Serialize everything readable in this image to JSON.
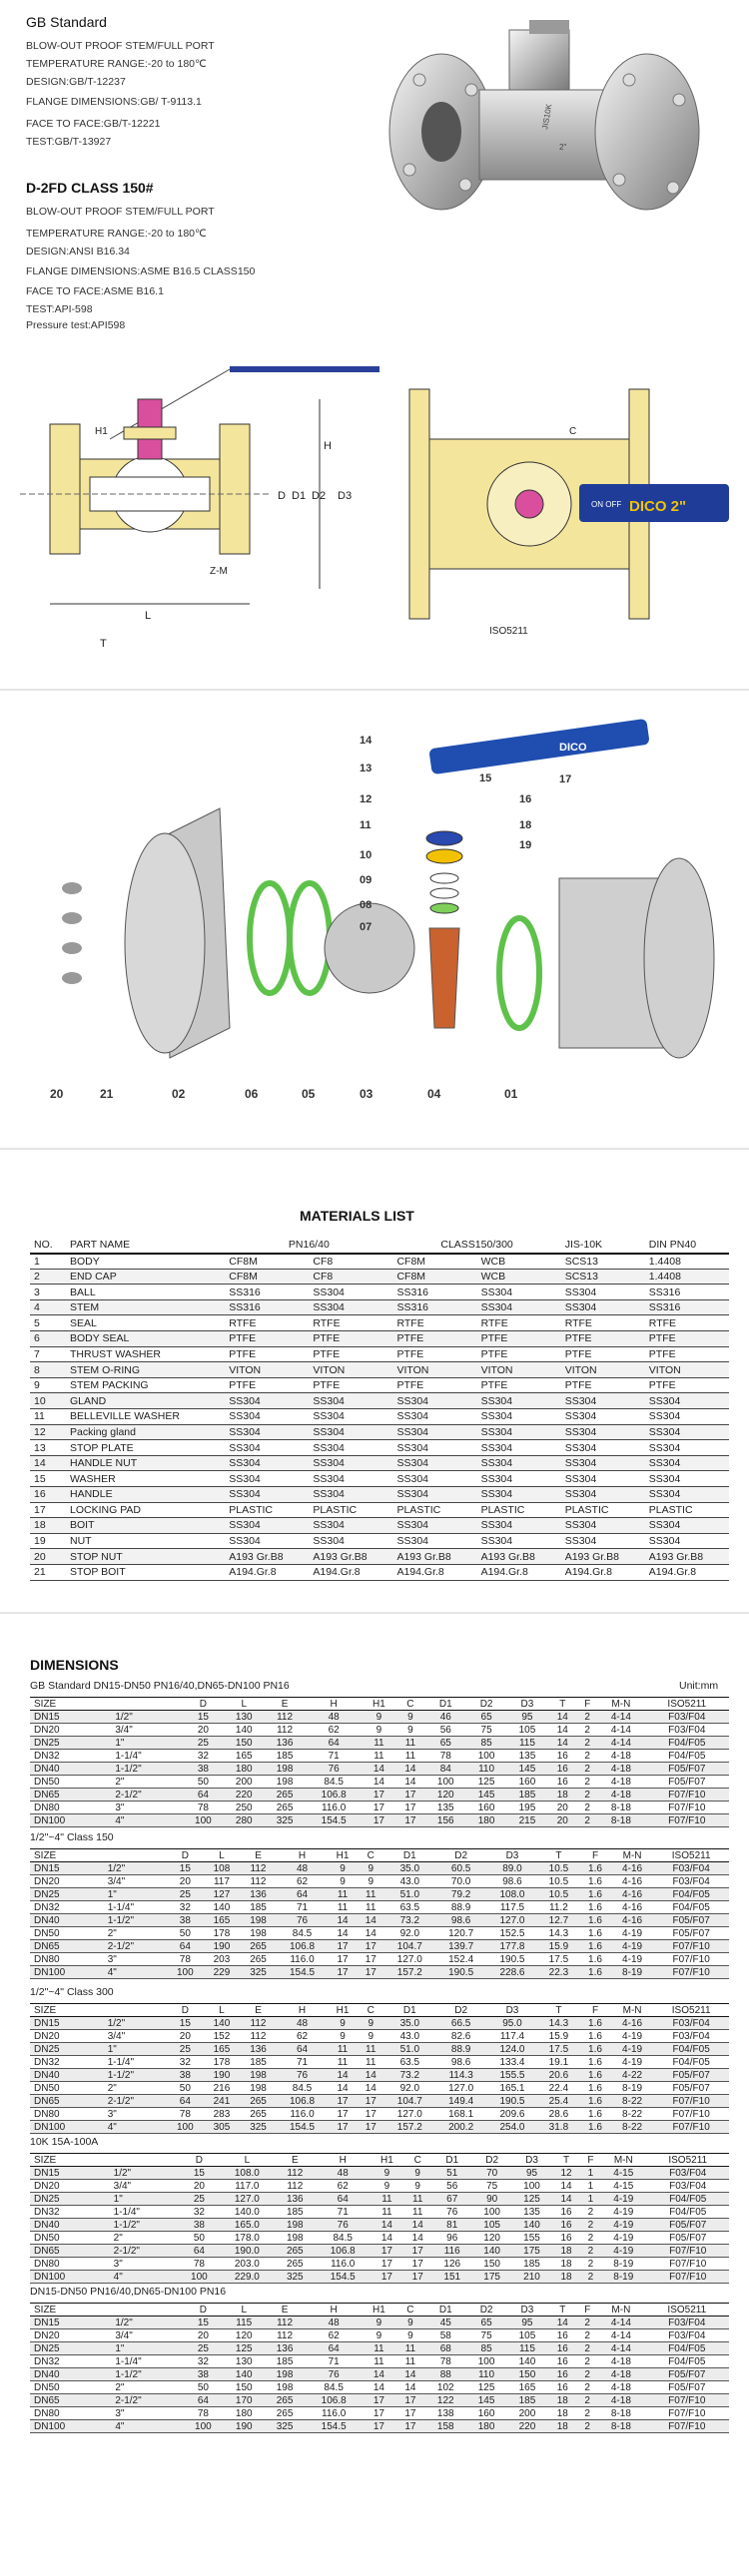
{
  "gb": {
    "title": "GB Standard",
    "specs": [
      "BLOW-OUT PROOF STEM/FULL PORT",
      "TEMPERATURE RANGE:-20 to 180℃",
      "DESIGN:GB/T-12237",
      "FLANGE DIMENSIONS:GB/ T-9113.1",
      "FACE TO FACE:GB/T-12221",
      "TEST:GB/T-13927"
    ]
  },
  "d2fd": {
    "title": "D-2FD CLASS 150#",
    "specs": [
      "BLOW-OUT PROOF STEM/FULL PORT",
      "TEMPERATURE RANGE:-20 to 180℃",
      "DESIGN:ANSI B16.34",
      "FLANGE DIMENSIONS:ASME B16.5 CLASS150",
      "FACE TO FACE:ASME B16.1",
      "TEST:API-598",
      "Pressure test:API598"
    ]
  },
  "photo": {
    "body_text": "JIS10K",
    "size_text": "2\""
  },
  "drawing": {
    "labels": {
      "L": "L",
      "H": "H",
      "H1": "H1",
      "D": "D",
      "D1": "D1",
      "D2": "D2",
      "D3": "D3",
      "T": "T",
      "ZM": "Z-M",
      "C": "C",
      "iso": "ISO5211",
      "onoff": "ON\nOFF",
      "handle": "DICO  2\""
    }
  },
  "exploded": {
    "parts": [
      "14",
      "13",
      "15",
      "12",
      "16",
      "17",
      "11",
      "18",
      "10",
      "19",
      "09",
      "08",
      "07",
      "20",
      "21",
      "02",
      "06",
      "05",
      "03",
      "04",
      "01"
    ],
    "handle_text": "DICO"
  },
  "materials": {
    "title": "MATERIALS LIST",
    "headers": [
      "NO.",
      "PART NAME",
      "PN16/40",
      "CLASS150/300",
      "JIS-10K",
      "DIN PN40"
    ],
    "rows": [
      [
        "1",
        "BODY",
        "CF8M",
        "CF8",
        "CF8M",
        "WCB",
        "SCS13",
        "1.4408"
      ],
      [
        "2",
        "END CAP",
        "CF8M",
        "CF8",
        "CF8M",
        "WCB",
        "SCS13",
        "1.4408"
      ],
      [
        "3",
        "BALL",
        "SS316",
        "SS304",
        "SS316",
        "SS304",
        "SS304",
        "SS316"
      ],
      [
        "4",
        "STEM",
        "SS316",
        "SS304",
        "SS316",
        "SS304",
        "SS304",
        "SS316"
      ],
      [
        "5",
        "SEAL",
        "RTFE",
        "RTFE",
        "RTFE",
        "RTFE",
        "RTFE",
        "RTFE"
      ],
      [
        "6",
        "BODY SEAL",
        "PTFE",
        "PTFE",
        "PTFE",
        "PTFE",
        "PTFE",
        "PTFE"
      ],
      [
        "7",
        "THRUST WASHER",
        "PTFE",
        "PTFE",
        "PTFE",
        "PTFE",
        "PTFE",
        "PTFE"
      ],
      [
        "8",
        "STEM O-RING",
        "VITON",
        "VITON",
        "VITON",
        "VITON",
        "VITON",
        "VITON"
      ],
      [
        "9",
        "STEM PACKING",
        "PTFE",
        "PTFE",
        "PTFE",
        "PTFE",
        "PTFE",
        "PTFE"
      ],
      [
        "10",
        "GLAND",
        "SS304",
        "SS304",
        "SS304",
        "SS304",
        "SS304",
        "SS304"
      ],
      [
        "11",
        "BELLEVILLE WASHER",
        "SS304",
        "SS304",
        "SS304",
        "SS304",
        "SS304",
        "SS304"
      ],
      [
        "12",
        "Packing gland",
        "SS304",
        "SS304",
        "SS304",
        "SS304",
        "SS304",
        "SS304"
      ],
      [
        "13",
        "STOP PLATE",
        "SS304",
        "SS304",
        "SS304",
        "SS304",
        "SS304",
        "SS304"
      ],
      [
        "14",
        "HANDLE NUT",
        "SS304",
        "SS304",
        "SS304",
        "SS304",
        "SS304",
        "SS304"
      ],
      [
        "15",
        "WASHER",
        "SS304",
        "SS304",
        "SS304",
        "SS304",
        "SS304",
        "SS304"
      ],
      [
        "16",
        "HANDLE",
        "SS304",
        "SS304",
        "SS304",
        "SS304",
        "SS304",
        "SS304"
      ],
      [
        "17",
        "LOCKING PAD",
        "PLASTIC",
        "PLASTIC",
        "PLASTIC",
        "PLASTIC",
        "PLASTIC",
        "PLASTIC"
      ],
      [
        "18",
        "BOIT",
        "SS304",
        "SS304",
        "SS304",
        "SS304",
        "SS304",
        "SS304"
      ],
      [
        "19",
        "NUT",
        "SS304",
        "SS304",
        "SS304",
        "SS304",
        "SS304",
        "SS304"
      ],
      [
        "20",
        "STOP NUT",
        "A193 Gr.B8",
        "A193 Gr.B8",
        "A193 Gr.B8",
        "A193 Gr.B8",
        "A193 Gr.B8",
        "A193 Gr.B8"
      ],
      [
        "21",
        "STOP BOIT",
        "A194.Gr.8",
        "A194.Gr.8",
        "A194.Gr.8",
        "A194.Gr.8",
        "A194.Gr.8",
        "A194.Gr.8"
      ]
    ]
  },
  "dimensions": {
    "title": "DIMENSIONS",
    "unit": "Unit:mm",
    "columns": [
      "SIZE",
      "",
      "D",
      "L",
      "E",
      "H",
      "H1",
      "C",
      "D1",
      "D2",
      "D3",
      "T",
      "F",
      "M-N",
      "ISO5211"
    ],
    "tables": [
      {
        "caption": "GB Standard  DN15-DN50 PN16/40,DN65-DN100 PN16",
        "rows": [
          [
            "DN15",
            "1/2\"",
            "15",
            "130",
            "112",
            "48",
            "9",
            "9",
            "46",
            "65",
            "95",
            "14",
            "2",
            "4-14",
            "F03/F04"
          ],
          [
            "DN20",
            "3/4\"",
            "20",
            "140",
            "112",
            "62",
            "9",
            "9",
            "56",
            "75",
            "105",
            "14",
            "2",
            "4-14",
            "F03/F04"
          ],
          [
            "DN25",
            "1\"",
            "25",
            "150",
            "136",
            "64",
            "11",
            "11",
            "65",
            "85",
            "115",
            "14",
            "2",
            "4-14",
            "F04/F05"
          ],
          [
            "DN32",
            "1-1/4\"",
            "32",
            "165",
            "185",
            "71",
            "11",
            "11",
            "78",
            "100",
            "135",
            "16",
            "2",
            "4-18",
            "F04/F05"
          ],
          [
            "DN40",
            "1-1/2\"",
            "38",
            "180",
            "198",
            "76",
            "14",
            "14",
            "84",
            "110",
            "145",
            "16",
            "2",
            "4-18",
            "F05/F07"
          ],
          [
            "DN50",
            "2\"",
            "50",
            "200",
            "198",
            "84.5",
            "14",
            "14",
            "100",
            "125",
            "160",
            "16",
            "2",
            "4-18",
            "F05/F07"
          ],
          [
            "DN65",
            "2-1/2\"",
            "64",
            "220",
            "265",
            "106.8",
            "17",
            "17",
            "120",
            "145",
            "185",
            "18",
            "2",
            "4-18",
            "F07/F10"
          ],
          [
            "DN80",
            "3\"",
            "78",
            "250",
            "265",
            "116.0",
            "17",
            "17",
            "135",
            "160",
            "195",
            "20",
            "2",
            "8-18",
            "F07/F10"
          ],
          [
            "DN100",
            "4\"",
            "100",
            "280",
            "325",
            "154.5",
            "17",
            "17",
            "156",
            "180",
            "215",
            "20",
            "2",
            "8-18",
            "F07/F10"
          ]
        ]
      },
      {
        "caption": "1/2\"~4\" Class 150",
        "rows": [
          [
            "DN15",
            "1/2\"",
            "15",
            "108",
            "112",
            "48",
            "9",
            "9",
            "35.0",
            "60.5",
            "89.0",
            "10.5",
            "1.6",
            "4-16",
            "F03/F04"
          ],
          [
            "DN20",
            "3/4\"",
            "20",
            "117",
            "112",
            "62",
            "9",
            "9",
            "43.0",
            "70.0",
            "98.6",
            "10.5",
            "1.6",
            "4-16",
            "F03/F04"
          ],
          [
            "DN25",
            "1\"",
            "25",
            "127",
            "136",
            "64",
            "11",
            "11",
            "51.0",
            "79.2",
            "108.0",
            "10.5",
            "1.6",
            "4-16",
            "F04/F05"
          ],
          [
            "DN32",
            "1-1/4\"",
            "32",
            "140",
            "185",
            "71",
            "11",
            "11",
            "63.5",
            "88.9",
            "117.5",
            "11.2",
            "1.6",
            "4-16",
            "F04/F05"
          ],
          [
            "DN40",
            "1-1/2\"",
            "38",
            "165",
            "198",
            "76",
            "14",
            "14",
            "73.2",
            "98.6",
            "127.0",
            "12.7",
            "1.6",
            "4-16",
            "F05/F07"
          ],
          [
            "DN50",
            "2\"",
            "50",
            "178",
            "198",
            "84.5",
            "14",
            "14",
            "92.0",
            "120.7",
            "152.5",
            "14.3",
            "1.6",
            "4-19",
            "F05/F07"
          ],
          [
            "DN65",
            "2-1/2\"",
            "64",
            "190",
            "265",
            "106.8",
            "17",
            "17",
            "104.7",
            "139.7",
            "177.8",
            "15.9",
            "1.6",
            "4-19",
            "F07/F10"
          ],
          [
            "DN80",
            "3\"",
            "78",
            "203",
            "265",
            "116.0",
            "17",
            "17",
            "127.0",
            "152.4",
            "190.5",
            "17.5",
            "1.6",
            "4-19",
            "F07/F10"
          ],
          [
            "DN100",
            "4\"",
            "100",
            "229",
            "325",
            "154.5",
            "17",
            "17",
            "157.2",
            "190.5",
            "228.6",
            "22.3",
            "1.6",
            "8-19",
            "F07/F10"
          ]
        ]
      },
      {
        "caption": "1/2\"~4\" Class 300",
        "rows": [
          [
            "DN15",
            "1/2\"",
            "15",
            "140",
            "112",
            "48",
            "9",
            "9",
            "35.0",
            "66.5",
            "95.0",
            "14.3",
            "1.6",
            "4-16",
            "F03/F04"
          ],
          [
            "DN20",
            "3/4\"",
            "20",
            "152",
            "112",
            "62",
            "9",
            "9",
            "43.0",
            "82.6",
            "117.4",
            "15.9",
            "1.6",
            "4-19",
            "F03/F04"
          ],
          [
            "DN25",
            "1\"",
            "25",
            "165",
            "136",
            "64",
            "11",
            "11",
            "51.0",
            "88.9",
            "124.0",
            "17.5",
            "1.6",
            "4-19",
            "F04/F05"
          ],
          [
            "DN32",
            "1-1/4\"",
            "32",
            "178",
            "185",
            "71",
            "11",
            "11",
            "63.5",
            "98.6",
            "133.4",
            "19.1",
            "1.6",
            "4-19",
            "F04/F05"
          ],
          [
            "DN40",
            "1-1/2\"",
            "38",
            "190",
            "198",
            "76",
            "14",
            "14",
            "73.2",
            "114.3",
            "155.5",
            "20.6",
            "1.6",
            "4-22",
            "F05/F07"
          ],
          [
            "DN50",
            "2\"",
            "50",
            "216",
            "198",
            "84.5",
            "14",
            "14",
            "92.0",
            "127.0",
            "165.1",
            "22.4",
            "1.6",
            "8-19",
            "F05/F07"
          ],
          [
            "DN65",
            "2-1/2\"",
            "64",
            "241",
            "265",
            "106.8",
            "17",
            "17",
            "104.7",
            "149.4",
            "190.5",
            "25.4",
            "1.6",
            "8-22",
            "F07/F10"
          ],
          [
            "DN80",
            "3\"",
            "78",
            "283",
            "265",
            "116.0",
            "17",
            "17",
            "127.0",
            "168.1",
            "209.6",
            "28.6",
            "1.6",
            "8-22",
            "F07/F10"
          ],
          [
            "DN100",
            "4\"",
            "100",
            "305",
            "325",
            "154.5",
            "17",
            "17",
            "157.2",
            "200.2",
            "254.0",
            "31.8",
            "1.6",
            "8-22",
            "F07/F10"
          ]
        ]
      },
      {
        "caption": "10K 15A-100A",
        "rows": [
          [
            "DN15",
            "1/2\"",
            "15",
            "108.0",
            "112",
            "48",
            "9",
            "9",
            "51",
            "70",
            "95",
            "12",
            "1",
            "4-15",
            "F03/F04"
          ],
          [
            "DN20",
            "3/4\"",
            "20",
            "117.0",
            "112",
            "62",
            "9",
            "9",
            "56",
            "75",
            "100",
            "14",
            "1",
            "4-15",
            "F03/F04"
          ],
          [
            "DN25",
            "1\"",
            "25",
            "127.0",
            "136",
            "64",
            "11",
            "11",
            "67",
            "90",
            "125",
            "14",
            "1",
            "4-19",
            "F04/F05"
          ],
          [
            "DN32",
            "1-1/4\"",
            "32",
            "140.0",
            "185",
            "71",
            "11",
            "11",
            "76",
            "100",
            "135",
            "16",
            "2",
            "4-19",
            "F04/F05"
          ],
          [
            "DN40",
            "1-1/2\"",
            "38",
            "165.0",
            "198",
            "76",
            "14",
            "14",
            "81",
            "105",
            "140",
            "16",
            "2",
            "4-19",
            "F05/F07"
          ],
          [
            "DN50",
            "2\"",
            "50",
            "178.0",
            "198",
            "84.5",
            "14",
            "14",
            "96",
            "120",
            "155",
            "16",
            "2",
            "4-19",
            "F05/F07"
          ],
          [
            "DN65",
            "2-1/2\"",
            "64",
            "190.0",
            "265",
            "106.8",
            "17",
            "17",
            "116",
            "140",
            "175",
            "18",
            "2",
            "4-19",
            "F07/F10"
          ],
          [
            "DN80",
            "3\"",
            "78",
            "203.0",
            "265",
            "116.0",
            "17",
            "17",
            "126",
            "150",
            "185",
            "18",
            "2",
            "8-19",
            "F07/F10"
          ],
          [
            "DN100",
            "4\"",
            "100",
            "229.0",
            "325",
            "154.5",
            "17",
            "17",
            "151",
            "175",
            "210",
            "18",
            "2",
            "8-19",
            "F07/F10"
          ]
        ]
      },
      {
        "caption": "DN15-DN50 PN16/40,DN65-DN100 PN16",
        "rows": [
          [
            "DN15",
            "1/2\"",
            "15",
            "115",
            "112",
            "48",
            "9",
            "9",
            "45",
            "65",
            "95",
            "14",
            "2",
            "4-14",
            "F03/F04"
          ],
          [
            "DN20",
            "3/4\"",
            "20",
            "120",
            "112",
            "62",
            "9",
            "9",
            "58",
            "75",
            "105",
            "16",
            "2",
            "4-14",
            "F03/F04"
          ],
          [
            "DN25",
            "1\"",
            "25",
            "125",
            "136",
            "64",
            "11",
            "11",
            "68",
            "85",
            "115",
            "16",
            "2",
            "4-14",
            "F04/F05"
          ],
          [
            "DN32",
            "1-1/4\"",
            "32",
            "130",
            "185",
            "71",
            "11",
            "11",
            "78",
            "100",
            "140",
            "16",
            "2",
            "4-18",
            "F04/F05"
          ],
          [
            "DN40",
            "1-1/2\"",
            "38",
            "140",
            "198",
            "76",
            "14",
            "14",
            "88",
            "110",
            "150",
            "16",
            "2",
            "4-18",
            "F05/F07"
          ],
          [
            "DN50",
            "2\"",
            "50",
            "150",
            "198",
            "84.5",
            "14",
            "14",
            "102",
            "125",
            "165",
            "16",
            "2",
            "4-18",
            "F05/F07"
          ],
          [
            "DN65",
            "2-1/2\"",
            "64",
            "170",
            "265",
            "106.8",
            "17",
            "17",
            "122",
            "145",
            "185",
            "18",
            "2",
            "4-18",
            "F07/F10"
          ],
          [
            "DN80",
            "3\"",
            "78",
            "180",
            "265",
            "116.0",
            "17",
            "17",
            "138",
            "160",
            "200",
            "18",
            "2",
            "8-18",
            "F07/F10"
          ],
          [
            "DN100",
            "4\"",
            "100",
            "190",
            "325",
            "154.5",
            "17",
            "17",
            "158",
            "180",
            "220",
            "18",
            "2",
            "8-18",
            "F07/F10"
          ]
        ]
      }
    ]
  }
}
